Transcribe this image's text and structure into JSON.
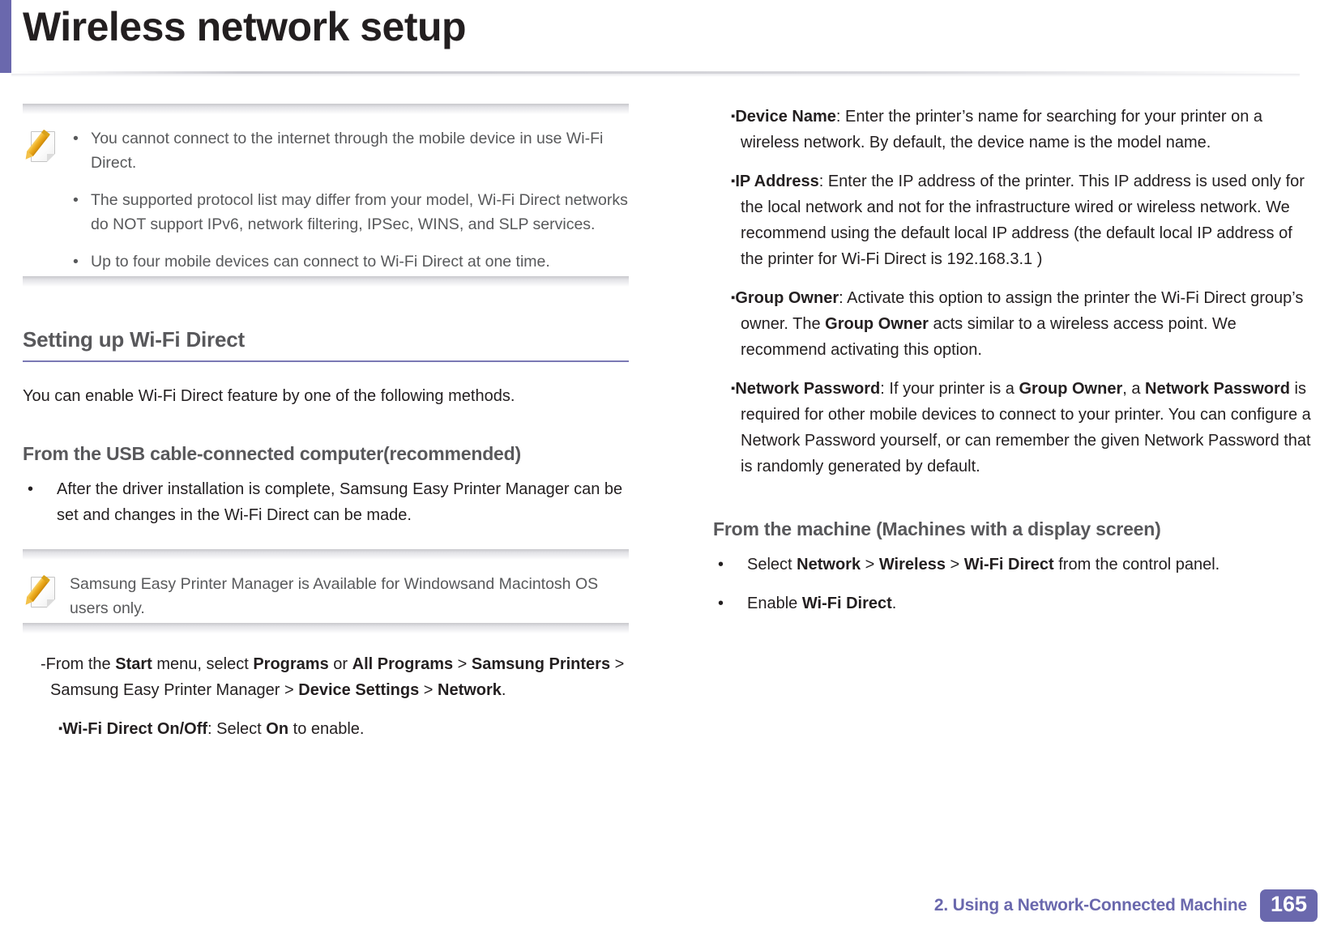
{
  "header": {
    "title": "Wireless network setup",
    "accent_color": "#6a68ad"
  },
  "left_column": {
    "note_1": {
      "icon": "note-pencil-icon",
      "bullets": [
        "You cannot connect to the internet through the mobile device in use Wi-Fi Direct.",
        "The supported protocol list may differ from your model, Wi-Fi Direct networks do NOT support IPv6, network filtering, IPSec, WINS, and SLP services.",
        "Up to four mobile devices can connect to Wi-Fi Direct at one time."
      ]
    },
    "section_heading": "Setting up Wi-Fi Direct",
    "intro_paragraph": "You can enable Wi-Fi Direct feature by one of the following methods.",
    "sub_heading": "From the USB cable-connected computer(recommended)",
    "bullet_1": "After the driver installation is complete, Samsung Easy Printer Manager can be set and changes in the Wi-Fi Direct can be made.",
    "note_2": {
      "icon": "note-pencil-icon",
      "text": "Samsung Easy Printer Manager is Available for Windowsand Macintosh OS users only."
    },
    "path_step": {
      "prefix": "-From the ",
      "b1": "Start",
      "t1": " menu, select ",
      "b2": "Programs",
      "t2": " or ",
      "b3": "All Programs",
      "sep1": " > ",
      "b4": "Samsung Printers",
      "sep2": " > ",
      "t3": "Samsung Easy Printer Manager",
      "sep3": " > ",
      "b5": "Device Settings",
      "sep4": " > ",
      "b6": "Network",
      "t4": "."
    },
    "onoff_step": {
      "bullet": "▪",
      "label": "Wi-Fi Direct On/Off",
      "mid": ": Select ",
      "value": "On",
      "tail": " to enable."
    }
  },
  "right_column": {
    "items": [
      {
        "bullet": "▪",
        "label": "Device Name",
        "text": ": Enter the printer’s name for searching for your printer on a wireless network. By default, the device name is the model name."
      },
      {
        "bullet": "▪",
        "label": "IP Address",
        "text": ": Enter the IP address of the printer. This IP address is used only for the local network and not for the infrastructure wired or wireless network. We recommend using the default local IP address (the default local IP address of the printer for Wi-Fi Direct is 192.168.3.1 )"
      }
    ],
    "group_owner": {
      "bullet": "▪",
      "label": "Group Owner",
      "t1": ": Activate this option to assign the printer the Wi-Fi Direct group’s owner. The ",
      "b1": "Group Owner",
      "t2": " acts similar to a wireless access point. We recommend activating this option."
    },
    "network_password": {
      "bullet": "▪",
      "label": "Network Password",
      "t1": ": If your printer is a ",
      "b1": "Group Owner",
      "t2": ", a ",
      "b2": "Network Password",
      "t3": " is required for other mobile devices to connect to your printer. You can configure a Network Password yourself, or can remember the given Network Password that is randomly generated by default."
    },
    "sub_heading": "From the machine (Machines with a display screen)",
    "machine_steps": [
      {
        "t1": "Select ",
        "b1": "Network",
        "s1": " > ",
        "b2": "Wireless",
        "s2": " > ",
        "b3": "Wi-Fi Direct",
        "t2": " from the control panel."
      },
      {
        "t1": "Enable ",
        "b1": "Wi-Fi Direct",
        "t2": "."
      }
    ]
  },
  "footer": {
    "chapter": "2.  Using a Network-Connected Machine",
    "page_number": "165",
    "accent_color": "#6a68ad"
  }
}
